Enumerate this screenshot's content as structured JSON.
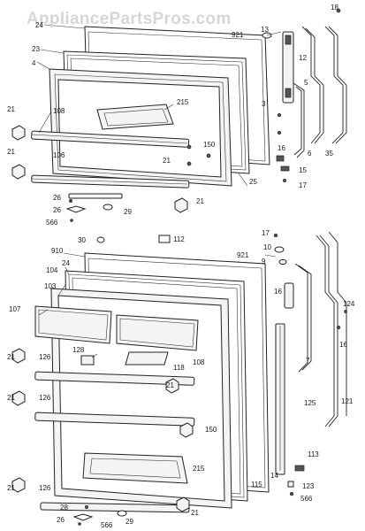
{
  "watermark": "AppliancePartsPros.com",
  "labels": {
    "l18": "18",
    "l24a": "24",
    "l921a": "921",
    "l13": "13",
    "l23": "23",
    "l4": "4",
    "l12": "12",
    "l215a": "215",
    "l21a": "21",
    "l108": "108",
    "l5": "5",
    "l150a": "150",
    "l3": "3",
    "l21b": "21",
    "l21c": "21",
    "l106": "106",
    "l25": "25",
    "l6": "6",
    "l35": "35",
    "l16a": "16",
    "l15": "15",
    "l17a": "17",
    "l26a": "26",
    "l26b": "26",
    "l29a": "29",
    "l21d": "21",
    "l566a": "566",
    "l30": "30",
    "l112": "112",
    "l17b": "17",
    "l910": "910",
    "l24b": "24",
    "l10": "10",
    "l921b": "921",
    "l9": "9",
    "l104": "104",
    "l103": "103",
    "l16b": "16",
    "l107": "107",
    "l124": "124",
    "l16c": "16",
    "l21e": "21",
    "l126a": "126",
    "l128": "128",
    "l118": "118",
    "l108b": "108",
    "l7": "7",
    "l125": "125",
    "l121": "121",
    "l21f": "21",
    "l126b": "126",
    "l21g": "21",
    "l150b": "150",
    "l215b": "215",
    "l126c": "126",
    "l21h": "21",
    "l115": "115",
    "l113": "113",
    "l14": "14",
    "l123": "123",
    "l566b": "566",
    "l28": "28",
    "l26c": "26",
    "l566c": "566",
    "l29b": "29",
    "l21i": "21"
  }
}
